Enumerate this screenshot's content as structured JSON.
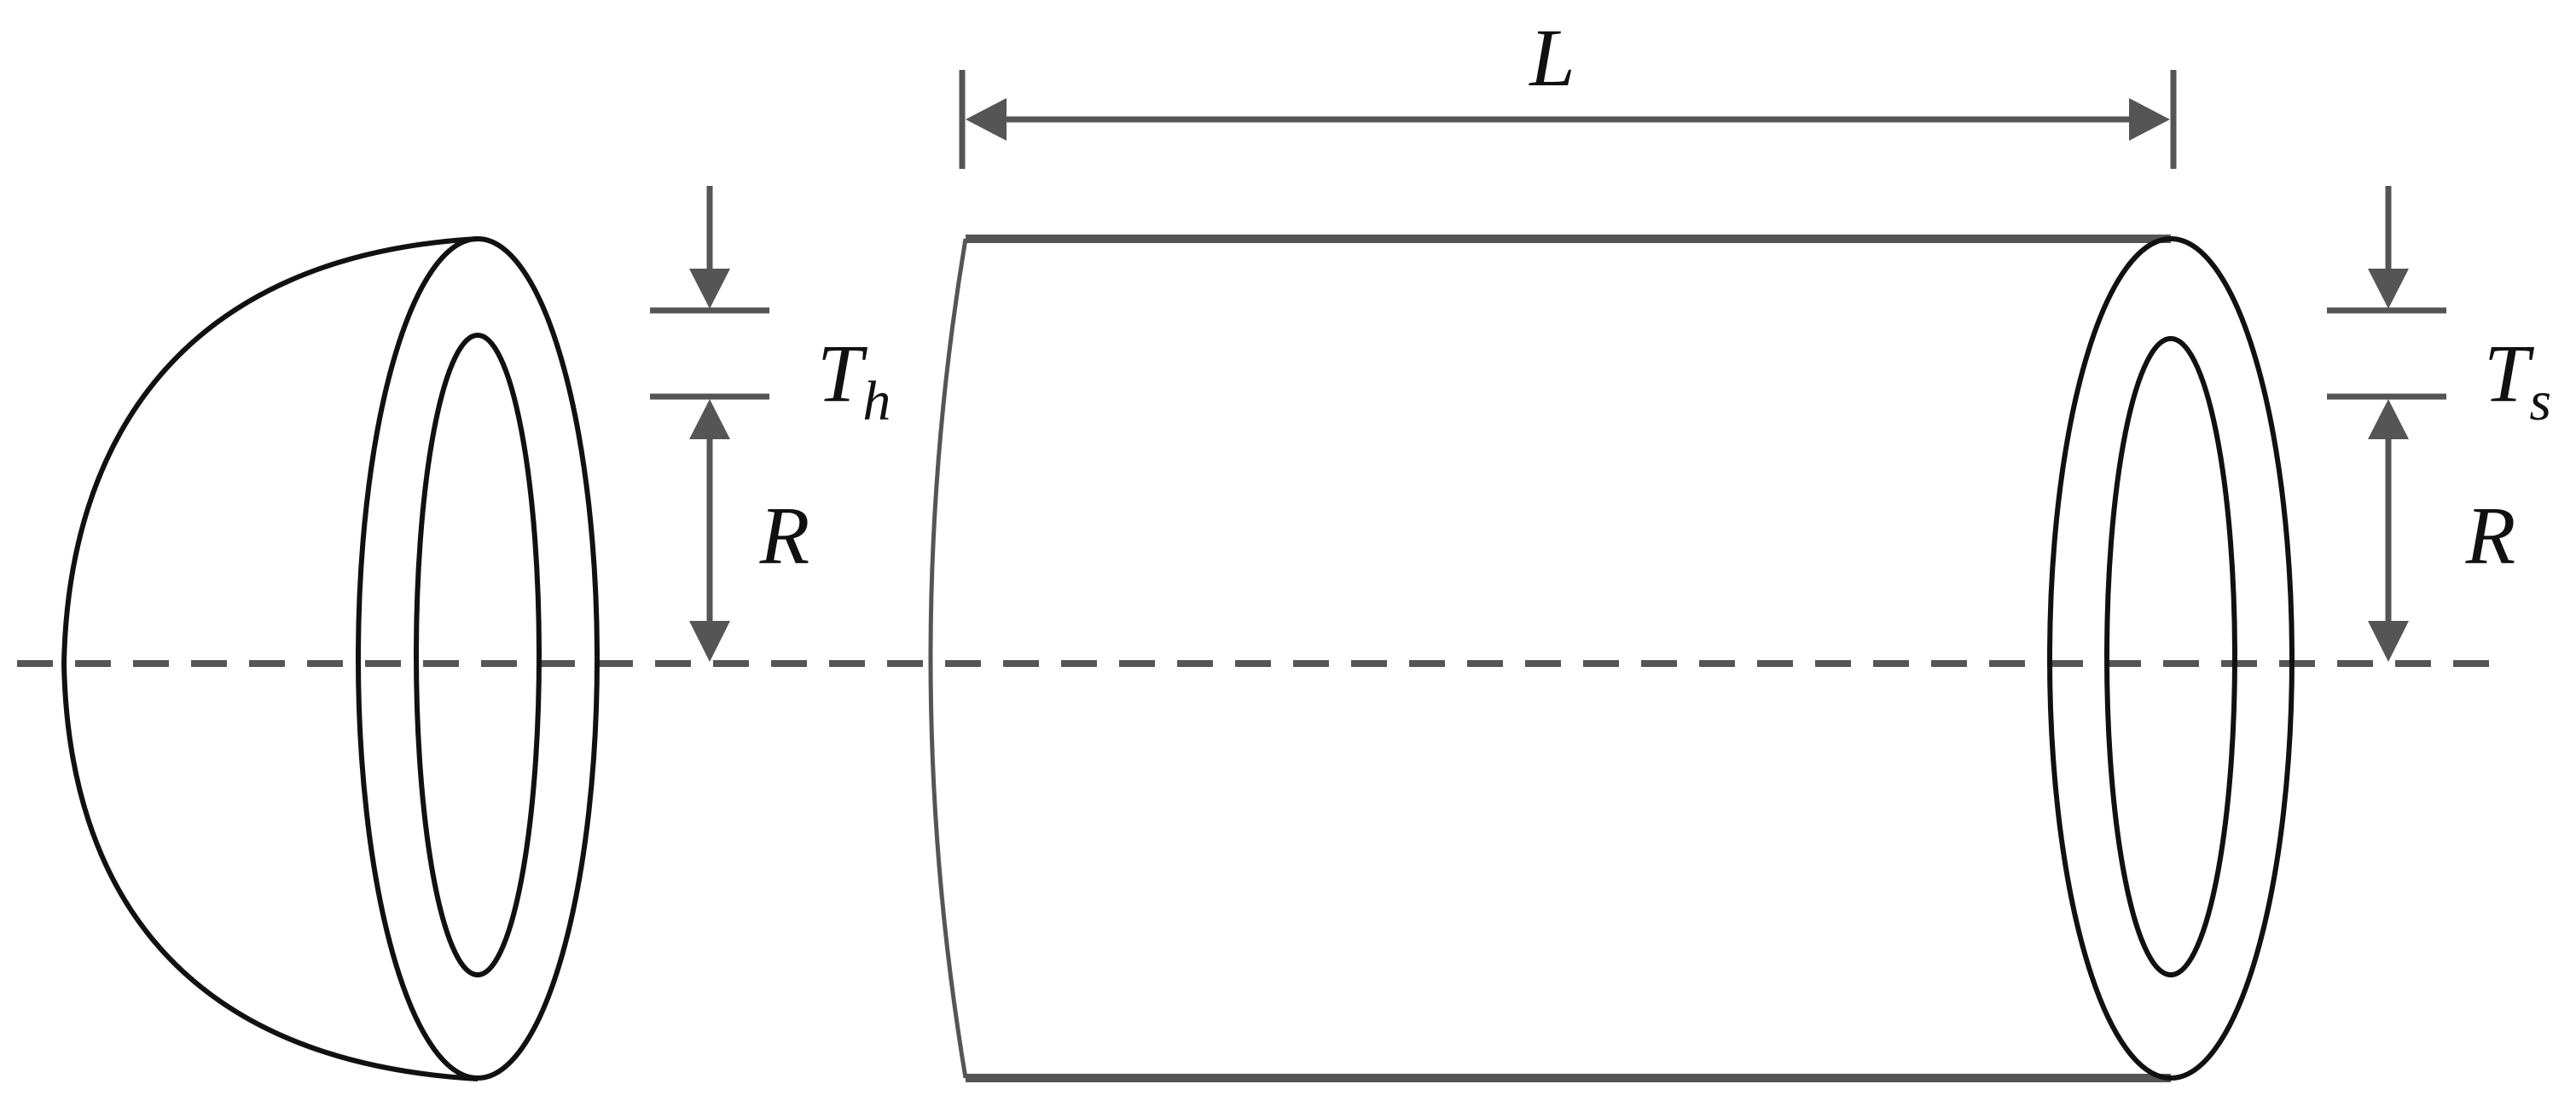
{
  "diagram": {
    "labels": {
      "length": "L",
      "head_thickness_base": "T",
      "head_thickness_sub": "h",
      "shell_thickness_base": "T",
      "shell_thickness_sub": "s",
      "radius_head": "R",
      "radius_shell": "R"
    },
    "colors": {
      "outline": "#111111",
      "dimension": "#555555",
      "background": "#ffffff"
    }
  }
}
